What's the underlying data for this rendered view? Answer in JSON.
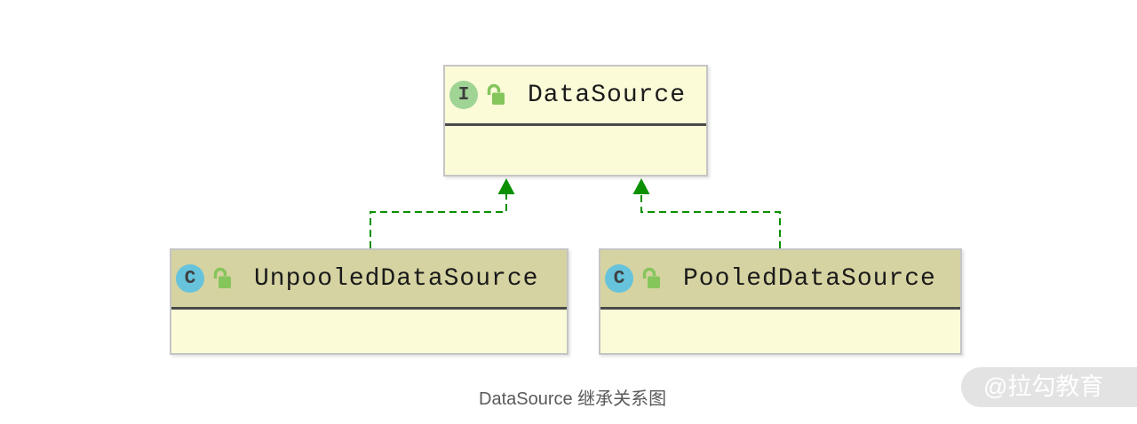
{
  "diagram": {
    "caption": "DataSource 继承关系图",
    "nodes": [
      {
        "id": "datasource",
        "name": "DataSource",
        "kind": "interface",
        "kind_letter": "I",
        "visibility": "public",
        "selected": false
      },
      {
        "id": "unpooled",
        "name": "UnpooledDataSource",
        "kind": "class",
        "kind_letter": "C",
        "visibility": "public",
        "selected": true
      },
      {
        "id": "pooled",
        "name": "PooledDataSource",
        "kind": "class",
        "kind_letter": "C",
        "visibility": "public",
        "selected": true
      }
    ],
    "edges": [
      {
        "from": "UnpooledDataSource",
        "to": "DataSource",
        "type": "implements"
      },
      {
        "from": "PooledDataSource",
        "to": "DataSource",
        "type": "implements"
      }
    ],
    "colors": {
      "node_body": "#fbfbd8",
      "selected_header": "#d6d3a2",
      "node_border": "#c5c5c5",
      "separator": "#4a4a4a",
      "interface_icon": "#9fd495",
      "class_icon": "#66c3db",
      "lock_icon": "#86c55b",
      "edge_green": "#0a9000",
      "caption_text": "#5a5a5a"
    }
  },
  "watermark": {
    "label": "@拉勾教育"
  }
}
